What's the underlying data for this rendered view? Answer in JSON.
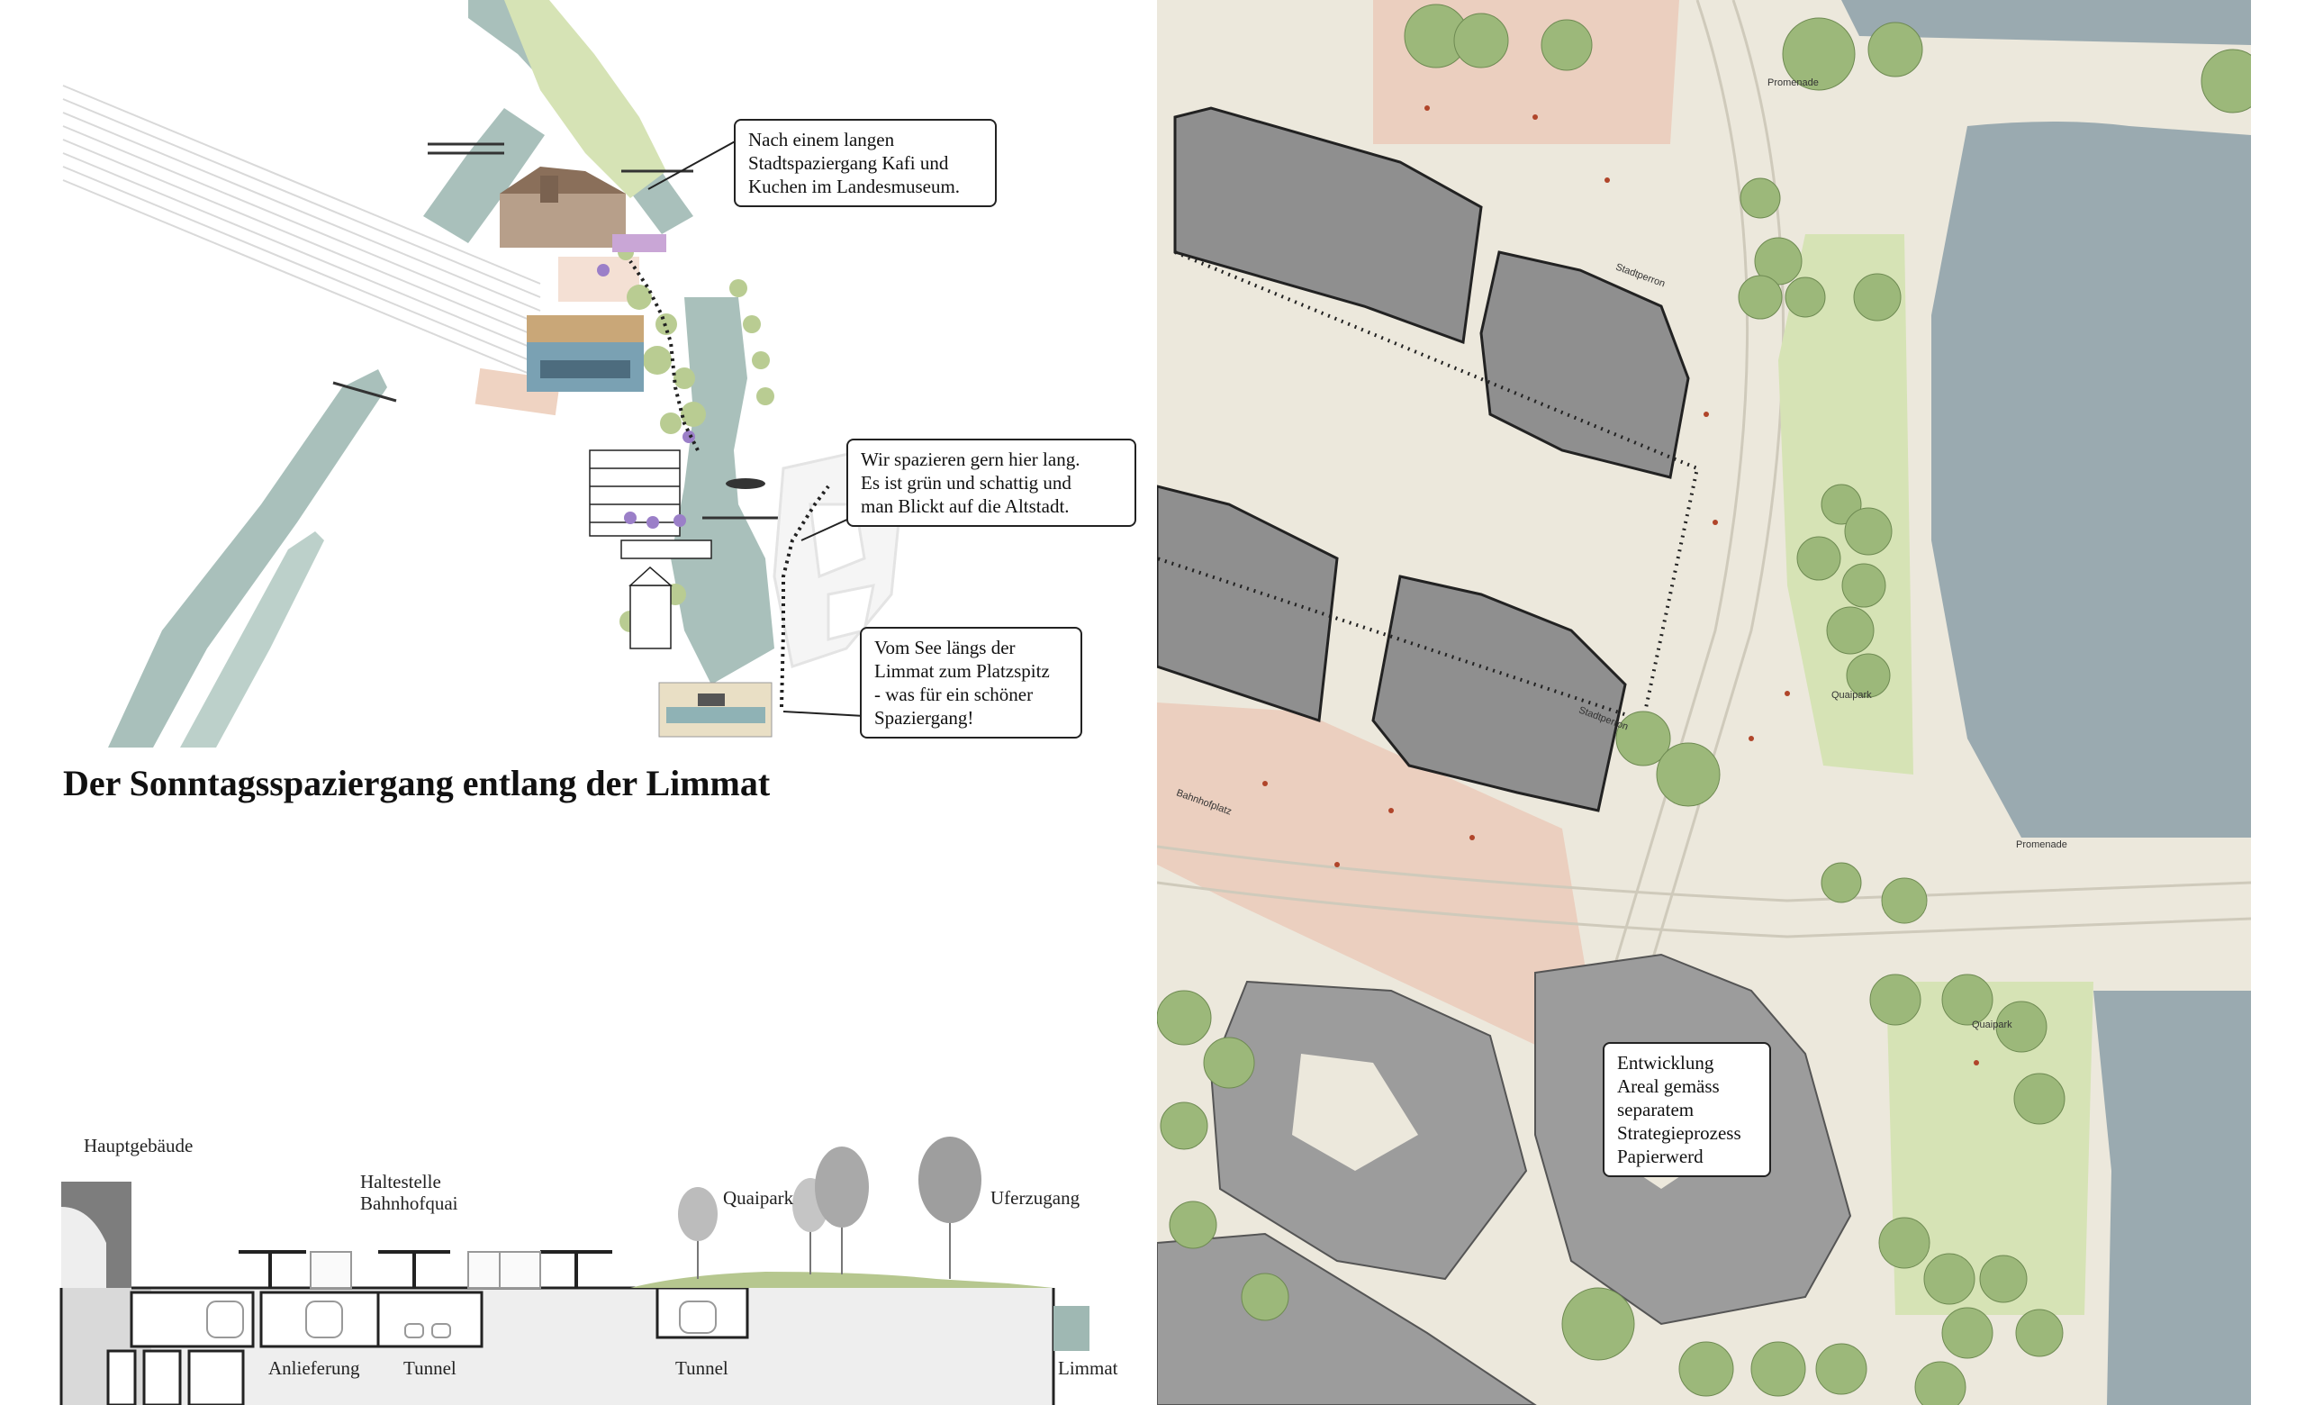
{
  "left_panel": {
    "title": "Der Sonntagsspaziergang entlang der Limmat",
    "callouts": [
      "Nach einem langen\nStadtspaziergang Kafi und\nKuchen im Landesmuseum.",
      "Wir spazieren gern hier lang.\nEs ist grün und schattig und\nman Blickt auf die Altstadt.",
      "Vom See längs der\nLimmat zum Platzspitz\n- was für ein schöner\nSpaziergang!"
    ],
    "section_labels": {
      "hauptgebaeude": "Hauptgebäude",
      "haltestelle": "Haltestelle\nBahnhofquai",
      "quaipark": "Quaipark",
      "uferzugang": "Uferzugang",
      "anlieferung": "Anlieferung",
      "tunnel_1": "Tunnel",
      "tunnel_2": "Tunnel",
      "limmat": "Limmat"
    }
  },
  "right_panel": {
    "callout": "Entwicklung\nAreal gemäss\nseparatem\nStrategieprozess\nPapierwerd",
    "map_labels": {
      "promenade_top": "Promenade",
      "stadtperron_top": "Stadtperron",
      "stadtperron_bottom": "Stadtperron",
      "bahnhofplatz": "Bahnhofplatz",
      "quaipark_upper": "Quaipark",
      "quaipark_lower": "Quaipark",
      "promenade_mid": "Promenade"
    }
  },
  "colors": {
    "river": "#a9c0bb",
    "park_green": "#d6e3b5",
    "tree_green": "#9cb87a",
    "building_grey": "#8f8f8f",
    "plaza_pink": "#efd3c2",
    "paving": "#ece8dc",
    "water_map": "#9aaab0"
  }
}
